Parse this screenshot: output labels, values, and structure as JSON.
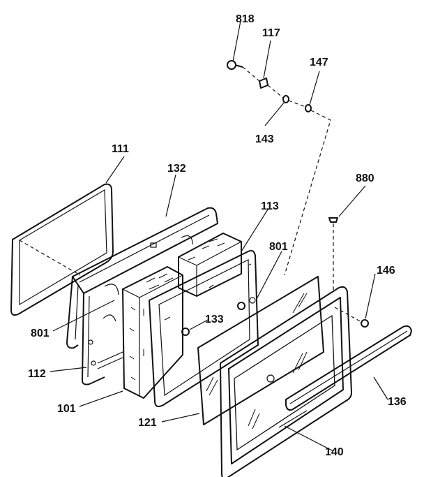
{
  "labels": {
    "p818": "818",
    "p117": "117",
    "p147": "147",
    "p143": "143",
    "p111": "111",
    "p132": "132",
    "p880": "880",
    "p113": "113",
    "p801a": "801",
    "p146": "146",
    "p133": "133",
    "p801b": "801",
    "p112": "112",
    "p101": "101",
    "p136": "136",
    "p121": "121",
    "p140": "140"
  }
}
